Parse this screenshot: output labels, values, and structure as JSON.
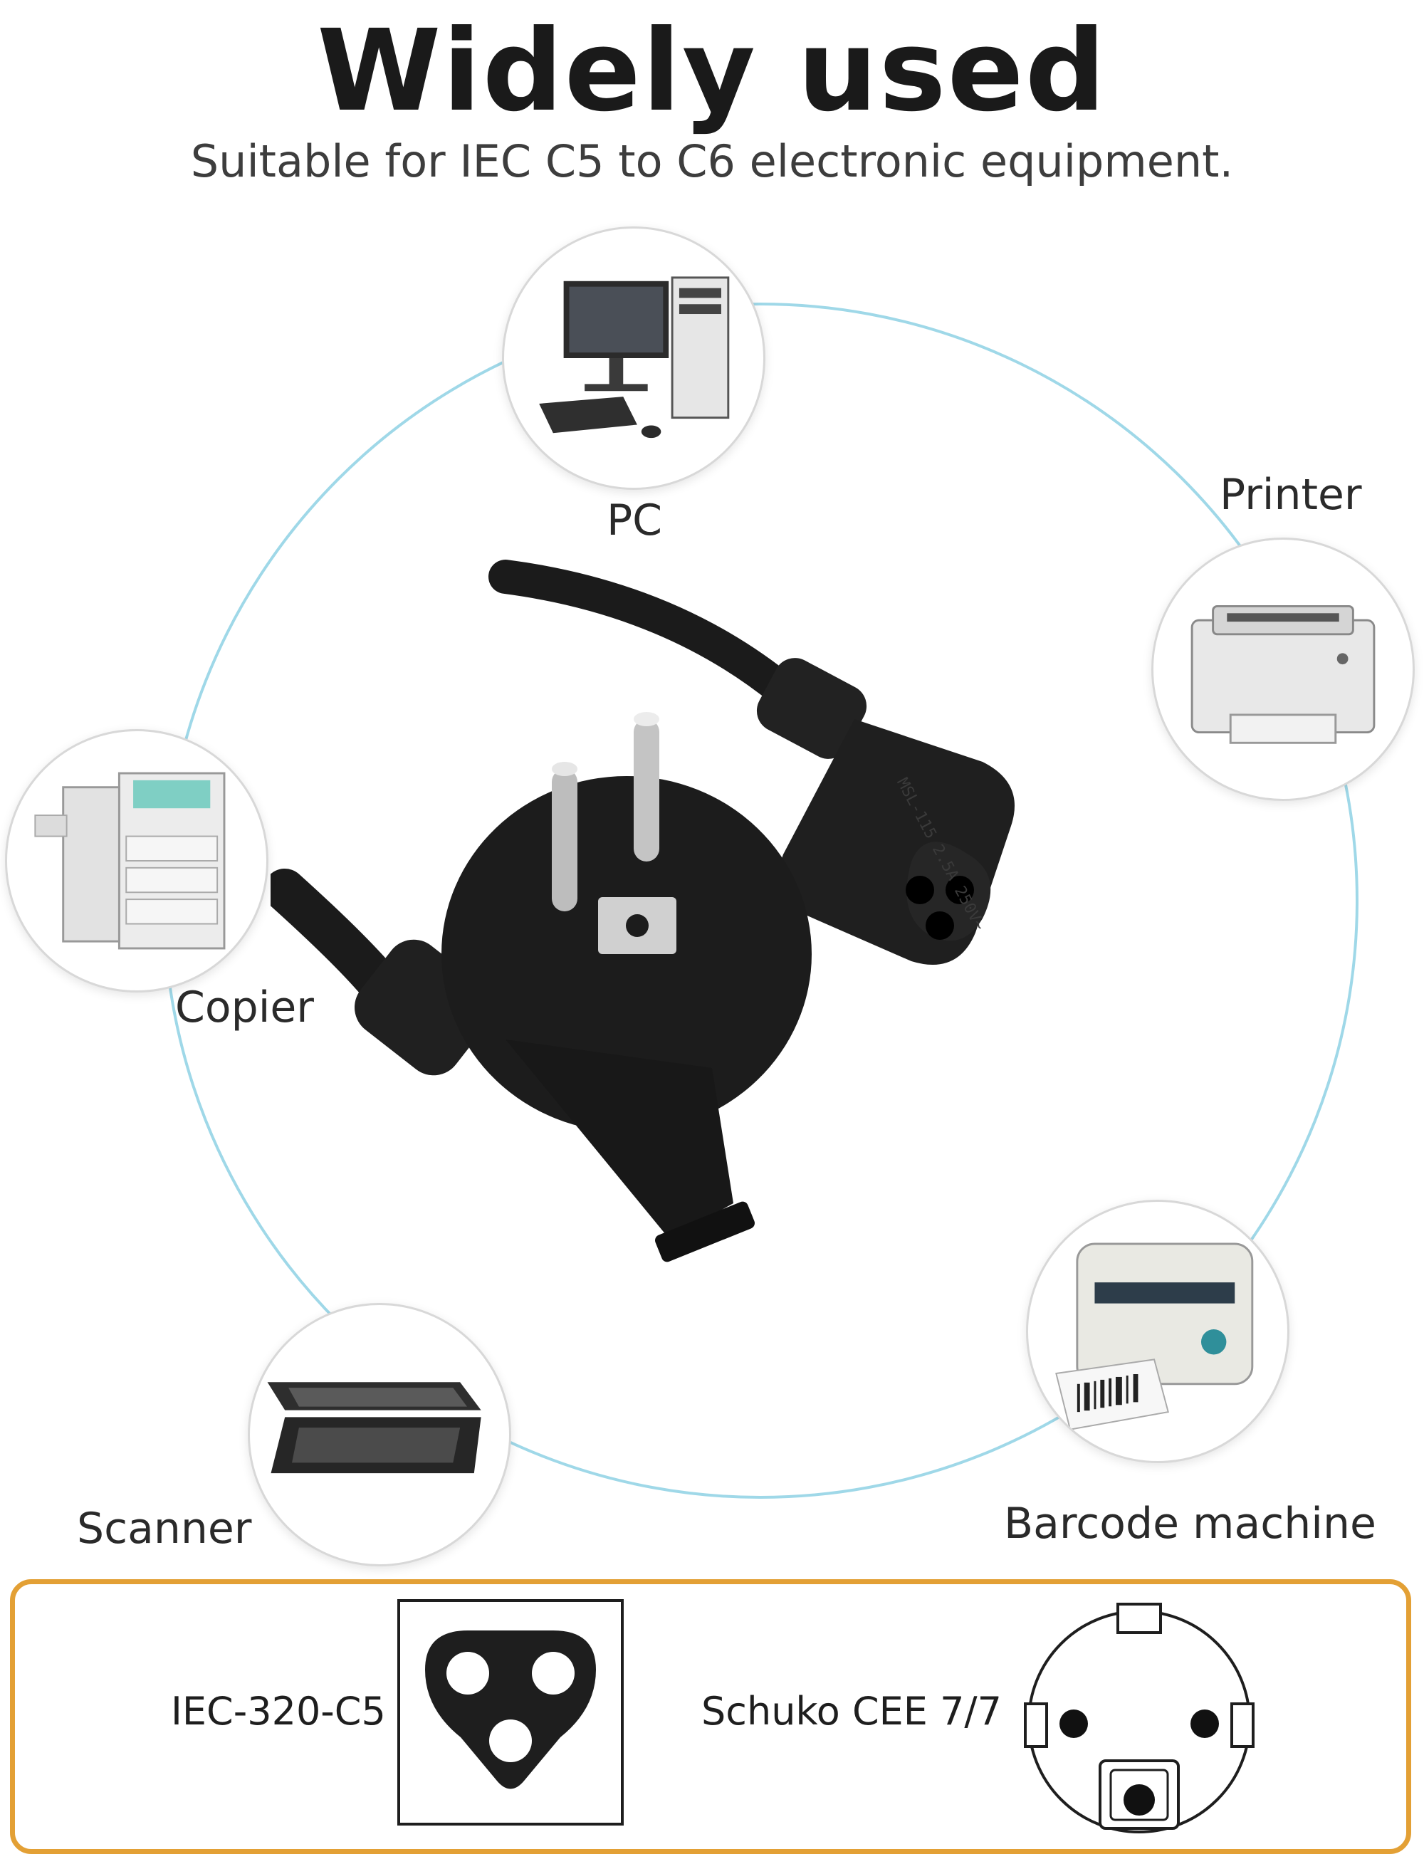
{
  "header": {
    "title": "Widely used",
    "subtitle": "Suitable for IEC C5 to C6 electronic equipment."
  },
  "devices": [
    {
      "label": "PC",
      "icon": "pc-icon"
    },
    {
      "label": "Printer",
      "icon": "printer-icon"
    },
    {
      "label": "Copier",
      "icon": "copier-icon"
    },
    {
      "label": "Scanner",
      "icon": "scanner-icon"
    },
    {
      "label": "Barcode machine",
      "icon": "barcode-machine-icon"
    }
  ],
  "plug_marking": "MSL-115 2.5A 250V~",
  "connectors": {
    "c5": {
      "label": "IEC-320-C5"
    },
    "schuko": {
      "label": "Schuko CEE 7/7"
    }
  },
  "colors": {
    "ring": "#9fd8e8",
    "box_border": "#e3a035",
    "cable": "#1b1b1b"
  }
}
